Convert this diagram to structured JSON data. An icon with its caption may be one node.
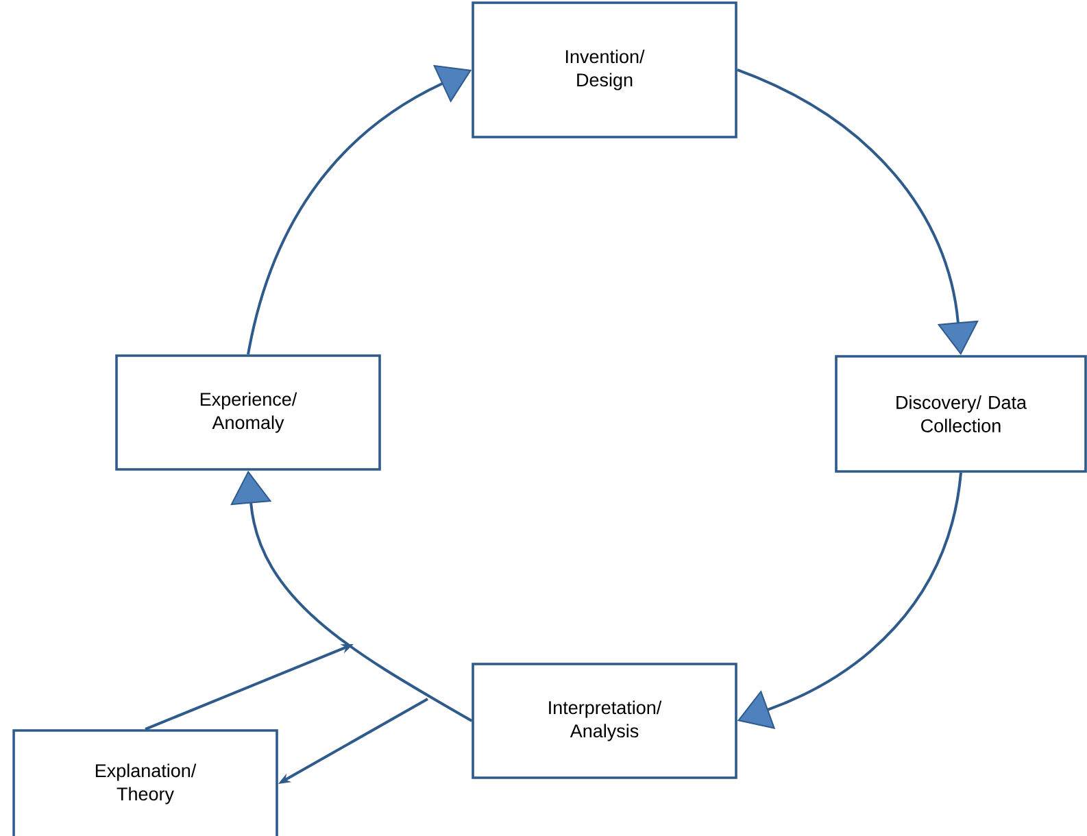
{
  "diagram": {
    "nodes": [
      {
        "text": [
          "Invention/ Design"
        ]
      },
      {
        "text": [
          "Discovery/ Data Collection"
        ]
      },
      {
        "text": [
          "Interpretation/ Analysis"
        ]
      },
      {
        "text": [
          "Experience/ Anomaly"
        ]
      },
      {
        "text": [
          "Explanation/ Theory"
        ]
      }
    ],
    "edges": [
      {
        "from": 3,
        "to": 0,
        "arrow": "to"
      },
      {
        "from": 0,
        "to": 1,
        "arrow": "to"
      },
      {
        "from": 1,
        "to": 2,
        "arrow": "to"
      },
      {
        "from": 2,
        "to": 3,
        "arrow": "to"
      },
      {
        "from": 4,
        "to": null,
        "arrow": "to"
      },
      {
        "from": null,
        "to": 4,
        "arrow": "to"
      }
    ]
  }
}
